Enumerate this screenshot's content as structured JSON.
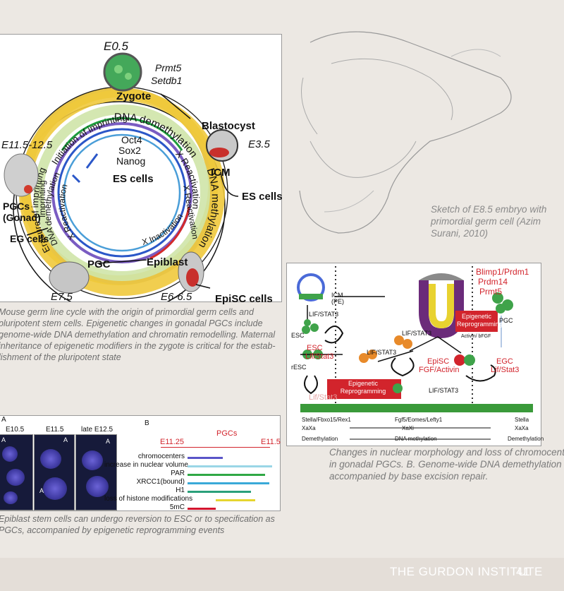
{
  "cycle": {
    "stage_e05": "E0.5",
    "gene_prmt5": "Prmt5",
    "gene_setdb1": "Setdb1",
    "zygote": "Zygote",
    "blastocyst": "Blastocyst",
    "stage_e35": "E3.5",
    "icm": "ICM",
    "es_cells_out": "ES cells",
    "es_cells_center": "ES cells",
    "stage_e115": "E11.5-12.5",
    "pgcs": "PGCs",
    "gonad": "(Gonad)",
    "eg_cells": "EG cells",
    "pgc": "PGC",
    "epiblast": "Epiblast",
    "stage_e75": "E7.5",
    "stage_e665": "E6-6.5",
    "episc_cells": "EpiSC cells",
    "oct4": "Oct4",
    "sox2": "Sox2",
    "nanog": "Nanog",
    "arc_dna_demethylation": "DNA demethylation",
    "arc_x_reactivation_top": "X Reactivation",
    "arc_dna_methylation": "DNA methylation",
    "arc_initiation_imprinting": "Initiation of imprinting",
    "arc_imprinting": "Imprinting",
    "arc_dna_demethylation_left": "DNA demethylation",
    "arc_x_reactivation_left": "X Reactivation",
    "arc_erasure_imprinting": "Erasure of imprinting",
    "arc_x_reactivation_right": "X Reactivation",
    "arc_x_inactivation": "X Inactivation"
  },
  "caption_left": [
    "Mouse germ line cycle with the origin of primordial germ cells and",
    "pluripotent stem cells. Epigenetic changes in gonadal PGCs include",
    "genome-wide DNA demethylation and chromatin remodelling. Maternal",
    "inheritance of epigenetic modifiers in the zygote is critical for the estab-",
    "lishment of the pluripotent state"
  ],
  "sketch_caption": [
    "Sketch of E8.5 embryo with",
    "primordial germ cell (Azim",
    "Surani, 2010)"
  ],
  "right_diagram": {
    "blimp1": "Blimp1/Prdm1",
    "prdm14": "Prdm14",
    "prmt5": "Prmt5",
    "icm": "ICM",
    "pe": "(PE)",
    "lif_stat3_a": "LIF/STAT3",
    "epigenetic_reprog_top": "Epigenetic\nReprogramming",
    "pgc": "PGC",
    "esc_small": "ESC",
    "esc_red": "ESC",
    "lif_stat3_red": "Lif/Stat3",
    "lif_stat3_mid": "LIF/STAT3",
    "activin_bfgf": "Activin/ bFGF",
    "lif_stat3_b": "LIF/STAT3",
    "epi_sc": "EpiSC",
    "fgf_activin": "FGF/Activin",
    "egc": "EGC",
    "lif_stat3_egc": "Lif/Stat3",
    "resc": "rESC",
    "lif_stat3_c": "LIF/STAT3",
    "epigenetic_reprog_bottom": "Epigenetic\nReprogramming",
    "lif_stat3_pink": "Lif/Stat3",
    "row1_left": "Stella/Fbxo15/Rex1",
    "row1_mid": "Fgf5/Eomes/Lefty1",
    "row1_right": "Stella",
    "row2_left": "XaXa",
    "row2_mid": "XaXi",
    "row2_right": "XaXa",
    "row3_left": "Demethylation",
    "row3_mid": "DNA methylation",
    "row3_right": "Demethylation"
  },
  "bottom_panel": {
    "label_a": "A",
    "label_b": "B",
    "e105": "E10.5",
    "e115": "E11.5",
    "late_e125": "late E12.5",
    "pgcs": "PGCs",
    "e1125": "E11.25",
    "e115_r": "E11.5",
    "tri_a": "A",
    "tri_b": "A",
    "tri_c": "A",
    "tri_d": "A",
    "rows": [
      {
        "label": "chromocenters",
        "color": "#5a55c8"
      },
      {
        "label": "increase in nuclear volume",
        "color": "#9ad6e6"
      },
      {
        "label": "PAR",
        "color": "#2fa845"
      },
      {
        "label": "XRCC1(bound)",
        "color": "#3aa9d8"
      },
      {
        "label": "H1",
        "color": "#2aa07a"
      },
      {
        "label": "loss of histone modifications",
        "color": "#e6d530"
      },
      {
        "label": "5mC",
        "color": "#d3142e"
      }
    ]
  },
  "caption_bottom": [
    "Epiblast stem cells can undergo reversion to ESC or to specification as",
    "PGCs, accompanied by epigenetic reprogramming events"
  ],
  "caption_right": [
    "Changes in nuclear morphology and loss of chromocenteres",
    "in gonadal PGCs. B. Genome-wide DNA demethylation is",
    "accompanied by base excision repair."
  ],
  "footer": {
    "institute": "THE GURDON INSTITUTE",
    "page_number": "41"
  }
}
